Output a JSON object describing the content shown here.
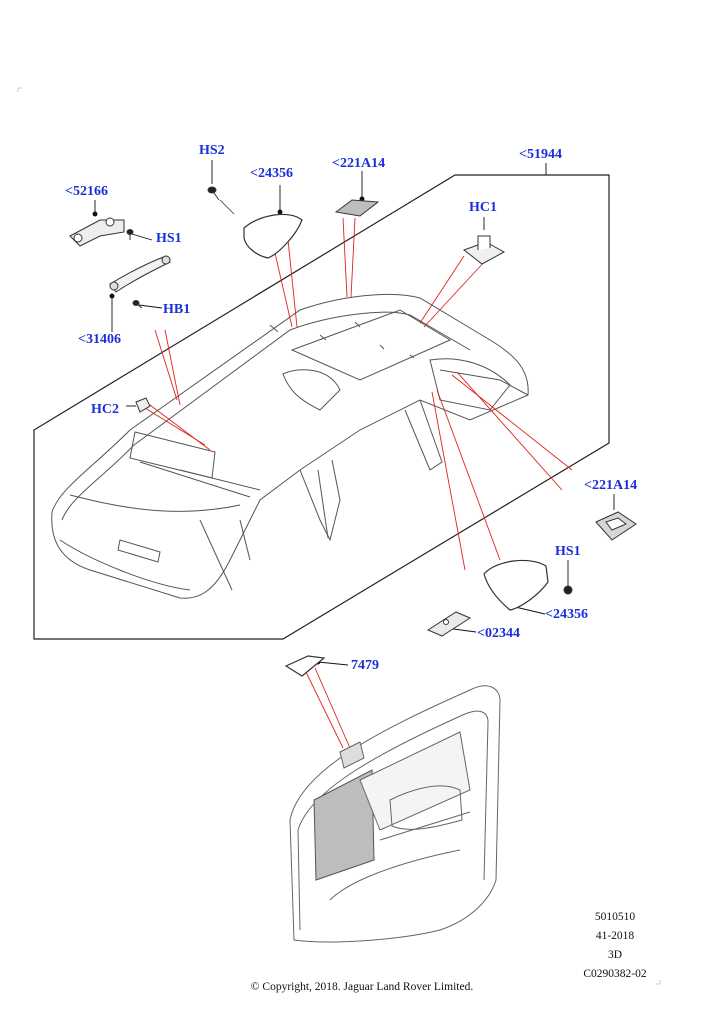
{
  "colors": {
    "label": "#1a2fd6",
    "leader": "#e2231a",
    "outline": "#444444",
    "text": "#111111"
  },
  "callouts": {
    "hs2": "HS2",
    "p24356_top": "<24356",
    "p221a14_top": "<221A14",
    "p51944": "<51944",
    "p52166": "<52166",
    "hs1_top": "HS1",
    "hc1": "HC1",
    "hb1": "HB1",
    "p31406": "<31406",
    "hc2": "HC2",
    "p221a14_right": "<221A14",
    "hs1_right": "HS1",
    "p24356_right": "<24356",
    "p02344": "<02344",
    "p7479": "7479"
  },
  "meta": {
    "line1": "5010510",
    "line2": "41-2018",
    "line3": "3D",
    "line4": "C0290382-02"
  },
  "copyright": "© Copyright, 2018. Jaguar Land Rover Limited."
}
